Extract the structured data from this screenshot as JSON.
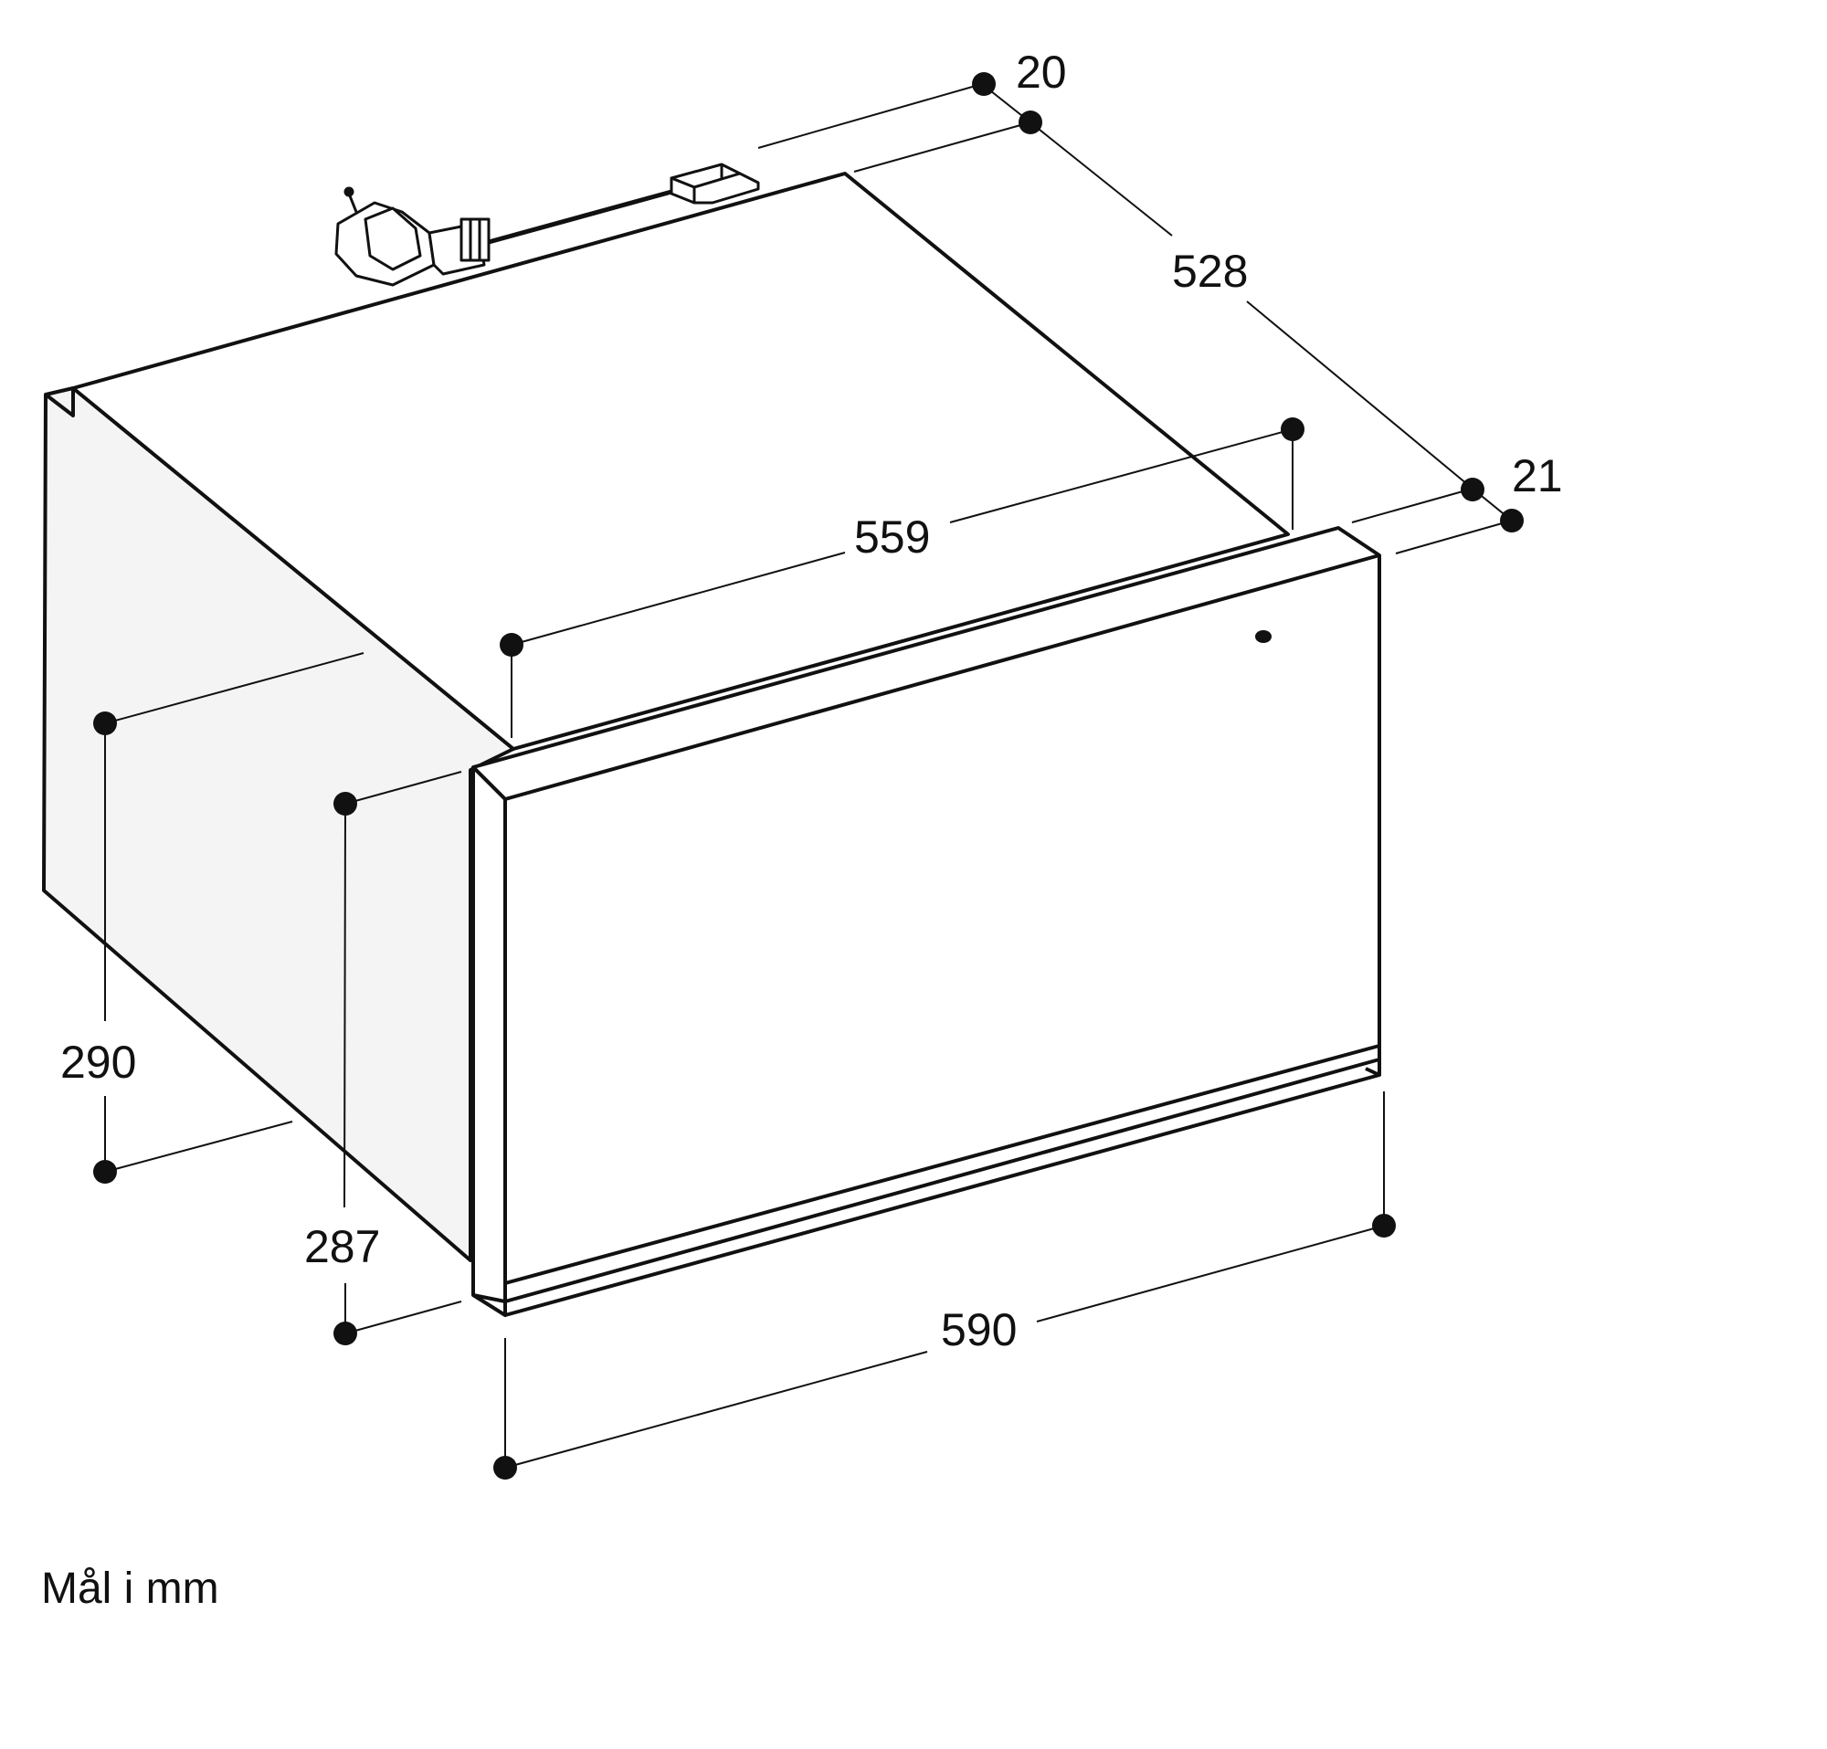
{
  "units": "Mål i mm",
  "dimensions": {
    "rear_depth_offset": "20",
    "depth": "528",
    "front_offset": "21",
    "cutout_width": "559",
    "height_total": "290",
    "height_niche": "287",
    "width_front": "590"
  },
  "colors": {
    "line": "#111111",
    "side_fill": "#f4f4f4",
    "background": "#ffffff"
  }
}
